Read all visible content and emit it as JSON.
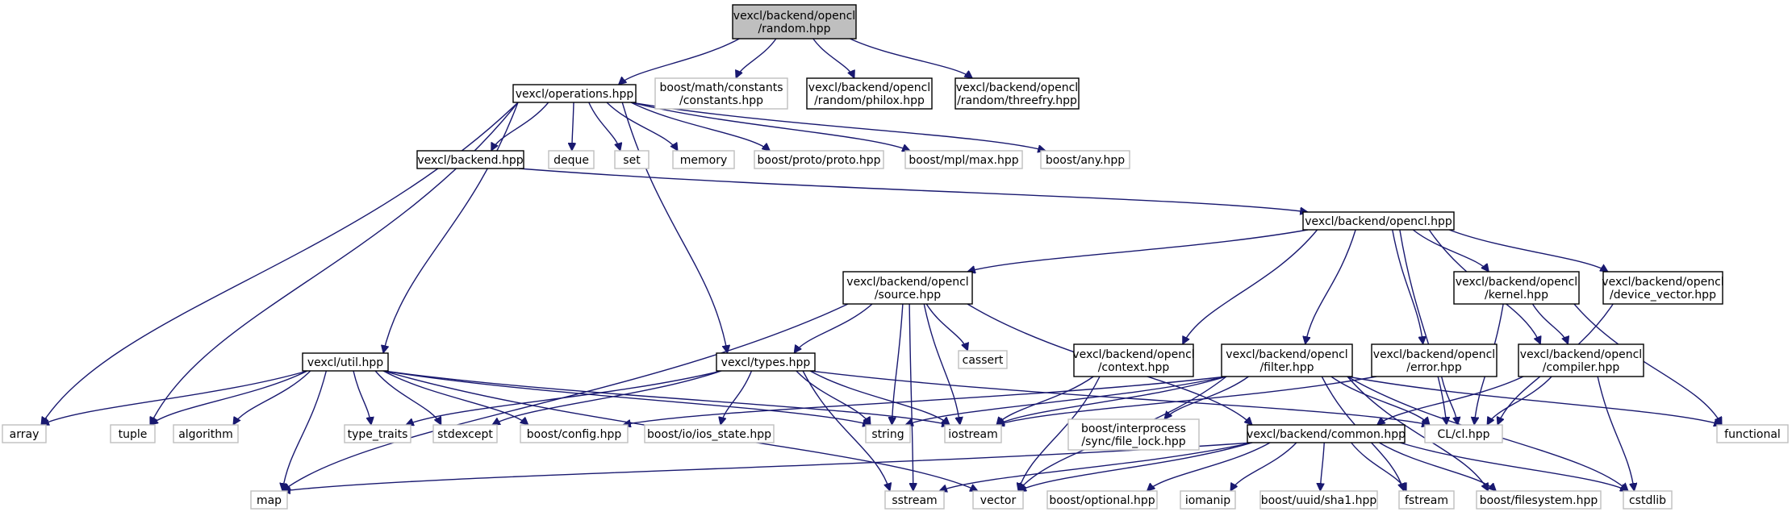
{
  "root": {
    "id": "random",
    "lines": [
      "vexcl/backend/opencl",
      "/random.hpp"
    ]
  },
  "nodes": [
    {
      "id": "random",
      "lines": [
        "vexcl/backend/opencl",
        "/random.hpp"
      ],
      "style": "root"
    },
    {
      "id": "operations",
      "lines": [
        "vexcl/operations.hpp"
      ],
      "style": "doc"
    },
    {
      "id": "constants",
      "lines": [
        "boost/math/constants",
        "/constants.hpp"
      ],
      "style": "ext"
    },
    {
      "id": "philox",
      "lines": [
        "vexcl/backend/opencl",
        "/random/philox.hpp"
      ],
      "style": "doc"
    },
    {
      "id": "threefry",
      "lines": [
        "vexcl/backend/opencl",
        "/random/threefry.hpp"
      ],
      "style": "doc"
    },
    {
      "id": "backend",
      "lines": [
        "vexcl/backend.hpp"
      ],
      "style": "doc"
    },
    {
      "id": "deque",
      "lines": [
        "deque"
      ],
      "style": "ext"
    },
    {
      "id": "set",
      "lines": [
        "set"
      ],
      "style": "ext"
    },
    {
      "id": "memory",
      "lines": [
        "memory"
      ],
      "style": "ext"
    },
    {
      "id": "proto",
      "lines": [
        "boost/proto/proto.hpp"
      ],
      "style": "ext"
    },
    {
      "id": "mplmax",
      "lines": [
        "boost/mpl/max.hpp"
      ],
      "style": "ext"
    },
    {
      "id": "any",
      "lines": [
        "boost/any.hpp"
      ],
      "style": "ext"
    },
    {
      "id": "opencl",
      "lines": [
        "vexcl/backend/opencl.hpp"
      ],
      "style": "doc"
    },
    {
      "id": "source",
      "lines": [
        "vexcl/backend/opencl",
        "/source.hpp"
      ],
      "style": "doc"
    },
    {
      "id": "kernel",
      "lines": [
        "vexcl/backend/opencl",
        "/kernel.hpp"
      ],
      "style": "doc"
    },
    {
      "id": "devvec",
      "lines": [
        "vexcl/backend/opencl",
        "/device_vector.hpp"
      ],
      "style": "doc"
    },
    {
      "id": "util",
      "lines": [
        "vexcl/util.hpp"
      ],
      "style": "doc"
    },
    {
      "id": "types",
      "lines": [
        "vexcl/types.hpp"
      ],
      "style": "doc"
    },
    {
      "id": "cassert",
      "lines": [
        "cassert"
      ],
      "style": "ext"
    },
    {
      "id": "context",
      "lines": [
        "vexcl/backend/opencl",
        "/context.hpp"
      ],
      "style": "doc"
    },
    {
      "id": "filter",
      "lines": [
        "vexcl/backend/opencl",
        "/filter.hpp"
      ],
      "style": "doc"
    },
    {
      "id": "error",
      "lines": [
        "vexcl/backend/opencl",
        "/error.hpp"
      ],
      "style": "doc"
    },
    {
      "id": "compiler",
      "lines": [
        "vexcl/backend/opencl",
        "/compiler.hpp"
      ],
      "style": "doc"
    },
    {
      "id": "array",
      "lines": [
        "array"
      ],
      "style": "ext"
    },
    {
      "id": "tuple",
      "lines": [
        "tuple"
      ],
      "style": "ext"
    },
    {
      "id": "algorithm",
      "lines": [
        "algorithm"
      ],
      "style": "ext"
    },
    {
      "id": "type_traits",
      "lines": [
        "type_traits"
      ],
      "style": "ext"
    },
    {
      "id": "stdexcept",
      "lines": [
        "stdexcept"
      ],
      "style": "ext"
    },
    {
      "id": "bconfig",
      "lines": [
        "boost/config.hpp"
      ],
      "style": "ext"
    },
    {
      "id": "iosstate",
      "lines": [
        "boost/io/ios_state.hpp"
      ],
      "style": "ext"
    },
    {
      "id": "string",
      "lines": [
        "string"
      ],
      "style": "ext"
    },
    {
      "id": "iostream",
      "lines": [
        "iostream"
      ],
      "style": "ext"
    },
    {
      "id": "filelock",
      "lines": [
        "boost/interprocess",
        "/sync/file_lock.hpp"
      ],
      "style": "ext"
    },
    {
      "id": "common",
      "lines": [
        "vexcl/backend/common.hpp"
      ],
      "style": "doc"
    },
    {
      "id": "clhpp",
      "lines": [
        "CL/cl.hpp"
      ],
      "style": "ext"
    },
    {
      "id": "functional",
      "lines": [
        "functional"
      ],
      "style": "ext"
    },
    {
      "id": "map",
      "lines": [
        "map"
      ],
      "style": "ext"
    },
    {
      "id": "sstream",
      "lines": [
        "sstream"
      ],
      "style": "ext"
    },
    {
      "id": "vector",
      "lines": [
        "vector"
      ],
      "style": "ext"
    },
    {
      "id": "optional",
      "lines": [
        "boost/optional.hpp"
      ],
      "style": "ext"
    },
    {
      "id": "iomanip",
      "lines": [
        "iomanip"
      ],
      "style": "ext"
    },
    {
      "id": "sha1",
      "lines": [
        "boost/uuid/sha1.hpp"
      ],
      "style": "ext"
    },
    {
      "id": "fstream",
      "lines": [
        "fstream"
      ],
      "style": "ext"
    },
    {
      "id": "filesystem",
      "lines": [
        "boost/filesystem.hpp"
      ],
      "style": "ext"
    },
    {
      "id": "cstdlib",
      "lines": [
        "cstdlib"
      ],
      "style": "ext"
    }
  ],
  "edges": [
    [
      "random",
      "operations"
    ],
    [
      "random",
      "constants"
    ],
    [
      "random",
      "philox"
    ],
    [
      "random",
      "threefry"
    ],
    [
      "operations",
      "backend"
    ],
    [
      "operations",
      "deque"
    ],
    [
      "operations",
      "set"
    ],
    [
      "operations",
      "memory"
    ],
    [
      "operations",
      "proto"
    ],
    [
      "operations",
      "mplmax"
    ],
    [
      "operations",
      "any"
    ],
    [
      "operations",
      "util"
    ],
    [
      "operations",
      "types"
    ],
    [
      "operations",
      "array"
    ],
    [
      "operations",
      "tuple"
    ],
    [
      "backend",
      "opencl"
    ],
    [
      "opencl",
      "source"
    ],
    [
      "opencl",
      "kernel"
    ],
    [
      "opencl",
      "devvec"
    ],
    [
      "opencl",
      "context"
    ],
    [
      "opencl",
      "filter"
    ],
    [
      "opencl",
      "error"
    ],
    [
      "opencl",
      "compiler"
    ],
    [
      "opencl",
      "clhpp"
    ],
    [
      "source",
      "types"
    ],
    [
      "source",
      "cassert"
    ],
    [
      "source",
      "string"
    ],
    [
      "source",
      "iostream"
    ],
    [
      "source",
      "sstream"
    ],
    [
      "source",
      "map"
    ],
    [
      "source",
      "common"
    ],
    [
      "util",
      "array"
    ],
    [
      "util",
      "tuple"
    ],
    [
      "util",
      "algorithm"
    ],
    [
      "util",
      "type_traits"
    ],
    [
      "util",
      "stdexcept"
    ],
    [
      "util",
      "bconfig"
    ],
    [
      "util",
      "string"
    ],
    [
      "util",
      "iostream"
    ],
    [
      "util",
      "map"
    ],
    [
      "util",
      "vector"
    ],
    [
      "types",
      "type_traits"
    ],
    [
      "types",
      "stdexcept"
    ],
    [
      "types",
      "iosstate"
    ],
    [
      "types",
      "string"
    ],
    [
      "types",
      "iostream"
    ],
    [
      "types",
      "sstream"
    ],
    [
      "types",
      "clhpp"
    ],
    [
      "kernel",
      "compiler"
    ],
    [
      "kernel",
      "clhpp"
    ],
    [
      "kernel",
      "functional"
    ],
    [
      "devvec",
      "clhpp"
    ],
    [
      "context",
      "iostream"
    ],
    [
      "context",
      "vector"
    ],
    [
      "filter",
      "string"
    ],
    [
      "filter",
      "iostream"
    ],
    [
      "filter",
      "bconfig"
    ],
    [
      "filter",
      "filelock"
    ],
    [
      "filter",
      "clhpp"
    ],
    [
      "filter",
      "functional"
    ],
    [
      "filter",
      "vector"
    ],
    [
      "filter",
      "fstream"
    ],
    [
      "filter",
      "filesystem"
    ],
    [
      "filter",
      "cstdlib"
    ],
    [
      "error",
      "iostream"
    ],
    [
      "error",
      "clhpp"
    ],
    [
      "compiler",
      "common"
    ],
    [
      "compiler",
      "clhpp"
    ],
    [
      "compiler",
      "cstdlib"
    ],
    [
      "common",
      "map"
    ],
    [
      "common",
      "sstream"
    ],
    [
      "common",
      "vector"
    ],
    [
      "common",
      "optional"
    ],
    [
      "common",
      "iomanip"
    ],
    [
      "common",
      "sha1"
    ],
    [
      "common",
      "fstream"
    ],
    [
      "common",
      "filesystem"
    ],
    [
      "common",
      "cstdlib"
    ]
  ]
}
